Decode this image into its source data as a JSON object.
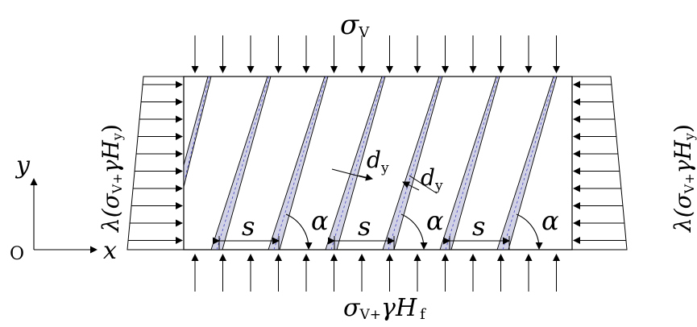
{
  "labels": {
    "top_sigma": "σ",
    "top_sub": "V",
    "bottom_sigma": "σ",
    "bottom_sub_v": "V+",
    "bottom_gamma_h": "γH",
    "bottom_sub_f": "f",
    "left_lambda": "λ(σ",
    "left_sub_v": "V+",
    "left_gamma_h": "γH",
    "left_sub_y": "y",
    "left_close": ")",
    "right_lambda": "λ(σ",
    "right_sub_v": "V+",
    "right_gamma_h": "γH",
    "right_sub_y": "y",
    "right_close": ")",
    "axis_y": "y",
    "axis_x": "x",
    "origin": "O",
    "spacing": "s",
    "angle": "α",
    "d_letter": "d",
    "d_sub": "y"
  },
  "colors": {
    "line": "#000000",
    "fracture_fill": "#d2d2e6",
    "fracture_dash": "#4040c0"
  }
}
